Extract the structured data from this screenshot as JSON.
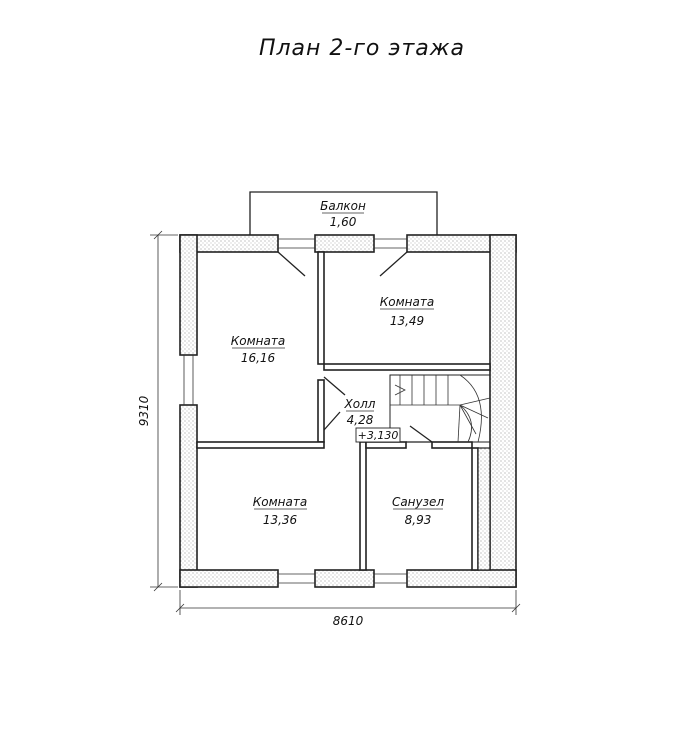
{
  "title": "План 2-го этажа",
  "rooms": {
    "balcony": {
      "name": "Балкон",
      "area": "1,60"
    },
    "room_left_top": {
      "name": "Комната",
      "area": "16,16"
    },
    "room_right_top": {
      "name": "Комната",
      "area": "13,49"
    },
    "hall": {
      "name": "Холл",
      "area": "4,28"
    },
    "room_bottom_left": {
      "name": "Комната",
      "area": "13,36"
    },
    "bathroom": {
      "name": "Санузел",
      "area": "8,93"
    }
  },
  "level_mark": "+3,130",
  "dimensions": {
    "width": "8610",
    "height": "9310"
  }
}
